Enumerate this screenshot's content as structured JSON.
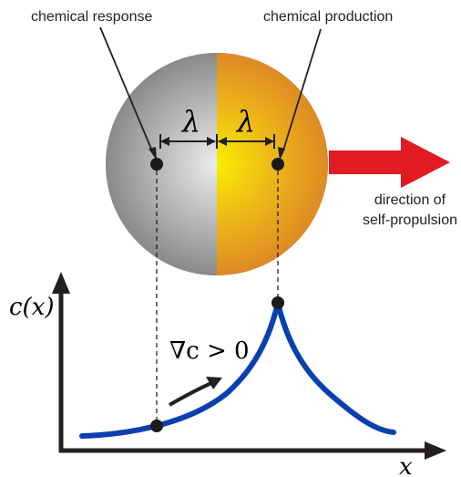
{
  "labels": {
    "chemical_response": "chemical response",
    "chemical_production": "chemical production",
    "lambda_left": "λ",
    "lambda_right": "λ",
    "direction_line1": "direction of",
    "direction_line2": "self-propulsion",
    "y_axis": "c(x)",
    "x_axis": "x",
    "gradient": "∇c > 0"
  },
  "colors": {
    "inert_half": "#8c8c8c",
    "inert_center": "#e6e6e6",
    "active_half": "#e08a20",
    "active_center": "#f5ec00",
    "propulsion_arrow": "#e11b22",
    "concentration_curve": "#0a3fb0",
    "axes": "#231f20",
    "points": "#1a1a1a"
  }
}
